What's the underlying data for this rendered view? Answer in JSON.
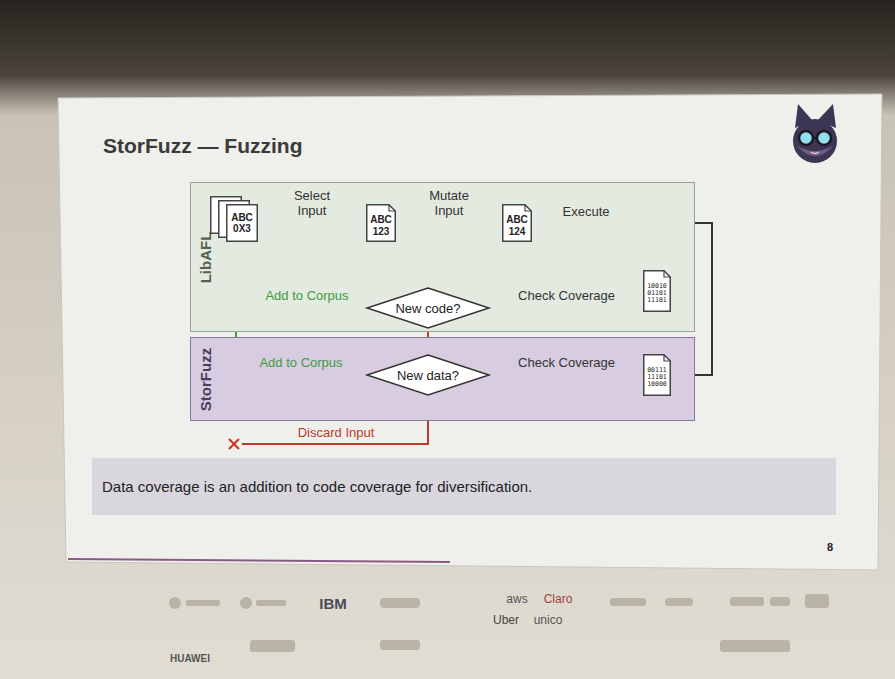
{
  "diagram": {
    "title": "StorFuzz — Fuzzing",
    "caption": "Data coverage is an addition to code coverage for diversification.",
    "nodes": [
      {
        "text": [
          "LibAFL"
        ]
      },
      {
        "text": [
          "StorFuzz"
        ]
      },
      {
        "text": [
          "ABC 0X3"
        ],
        "in": 0
      },
      {
        "text": [
          "ABC 123"
        ],
        "in": 0
      },
      {
        "text": [
          "ABC 124"
        ],
        "in": 0
      },
      {
        "text": [
          "10010 01101 11101"
        ],
        "in": 0
      },
      {
        "text": [
          "New code?"
        ],
        "in": 0
      },
      {
        "text": [
          "00111 11101 10000"
        ],
        "in": 1
      },
      {
        "text": [
          "New data?"
        ],
        "in": 1
      }
    ],
    "edges": [
      {
        "from": 2,
        "to": 3,
        "label": "Select Input",
        "arrow": "to"
      },
      {
        "from": 3,
        "to": 4,
        "label": "Mutate Input",
        "arrow": "to"
      },
      {
        "from": 5,
        "to": 6,
        "label": "Check Coverage",
        "arrow": "to"
      },
      {
        "from": 6,
        "to": 2,
        "label": "Add to Corpus",
        "arrow": "to"
      },
      {
        "from": 6,
        "to": 8,
        "arrow": "to"
      },
      {
        "from": 7,
        "to": 8,
        "label": "Check Coverage",
        "arrow": "to"
      },
      {
        "from": 8,
        "to": 2,
        "label": "Add to Corpus",
        "arrow": "to"
      }
    ],
    "labels": [
      "Execute",
      "Discard Input",
      "8",
      "IBM",
      "aws",
      "Claro",
      "Uber",
      "unico",
      "HUAWEI"
    ]
  }
}
